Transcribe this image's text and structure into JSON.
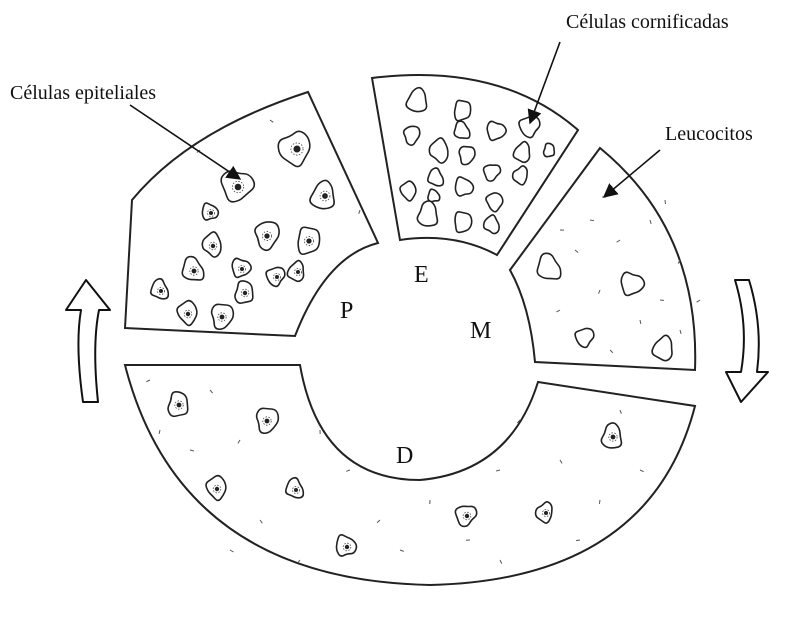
{
  "labels": {
    "epithelial": "Células epiteliales",
    "cornified": "Células cornificadas",
    "leukocytes": "Leucocitos"
  },
  "stages": {
    "proestrus": "P",
    "estrus": "E",
    "metestrus": "M",
    "diestrus": "D"
  },
  "colors": {
    "line": "#222222",
    "background": "#ffffff"
  }
}
